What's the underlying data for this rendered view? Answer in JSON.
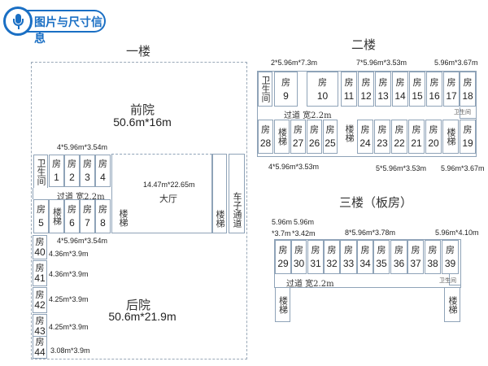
{
  "header": {
    "title": "图片与尺寸信息",
    "icon": "microphone-icon",
    "accent": "#1a6fc4"
  },
  "floor1": {
    "title": "一楼",
    "front_yard": {
      "name": "前院",
      "dim": "50.6m*16m"
    },
    "back_yard": {
      "name": "后院",
      "dim": "50.6m*21.9m"
    },
    "top_rooms_dim": "4*5.96m*3.54m",
    "bottom_rooms_dim": "4*5.96m*3.54m",
    "toilet": "卫生间",
    "corridor": "过道 宽2.2m",
    "hall": {
      "name": "大厅",
      "dim": "14.47m*22.65m"
    },
    "stairs": "楼梯",
    "car_passage": "车子通道",
    "room_prefix": "房",
    "top_rooms": [
      "1",
      "2",
      "3",
      "4"
    ],
    "bottom_rooms": [
      "5",
      "6",
      "7",
      "8"
    ],
    "side_rooms": [
      {
        "num": "40",
        "dim": "4.36m*3.9m"
      },
      {
        "num": "41",
        "dim": "4.36m*3.9m"
      },
      {
        "num": "42",
        "dim": "4.25m*3.9m"
      },
      {
        "num": "43",
        "dim": "4.25m*3.9m"
      },
      {
        "num": "44",
        "dim": "3.08m*3.9m"
      }
    ]
  },
  "floor2": {
    "title": "二楼",
    "dim_top_left": "2*5.96m*7.3m",
    "dim_top_mid": "7*5.96m*3.53m",
    "dim_top_right": "5.96m*3.67m",
    "dim_bottom_left": "4*5.96m*3.53m",
    "dim_bottom_mid": "5*5.96m*3.53m",
    "dim_bottom_right": "5.96m*3.67m",
    "toilet": "卫生间",
    "toilet_small": "卫生间",
    "corridor": "过道 宽2.2m",
    "stairs": "楼梯",
    "room_prefix": "房",
    "top_rooms": [
      "9",
      "10",
      "11",
      "12",
      "13",
      "14",
      "15",
      "16",
      "17",
      "18"
    ],
    "bottom_rooms": [
      "28",
      "27",
      "26",
      "25",
      "24",
      "23",
      "22",
      "21",
      "20",
      "19"
    ]
  },
  "floor3": {
    "title": "三楼（板房）",
    "dim_a_line1": "5.96m",
    "dim_a_line2": "*3.7m",
    "dim_b_line1": "5.96m",
    "dim_b_line2": "*3.42m",
    "dim_mid": "8*5.96m*3.78m",
    "dim_right": "5.96m*4.10m",
    "corridor": "过道 宽2.2m",
    "toilet_small": "卫生间",
    "stairs": "楼梯",
    "room_prefix": "房",
    "rooms": [
      "29",
      "30",
      "31",
      "32",
      "33",
      "34",
      "35",
      "36",
      "37",
      "38",
      "39"
    ]
  }
}
